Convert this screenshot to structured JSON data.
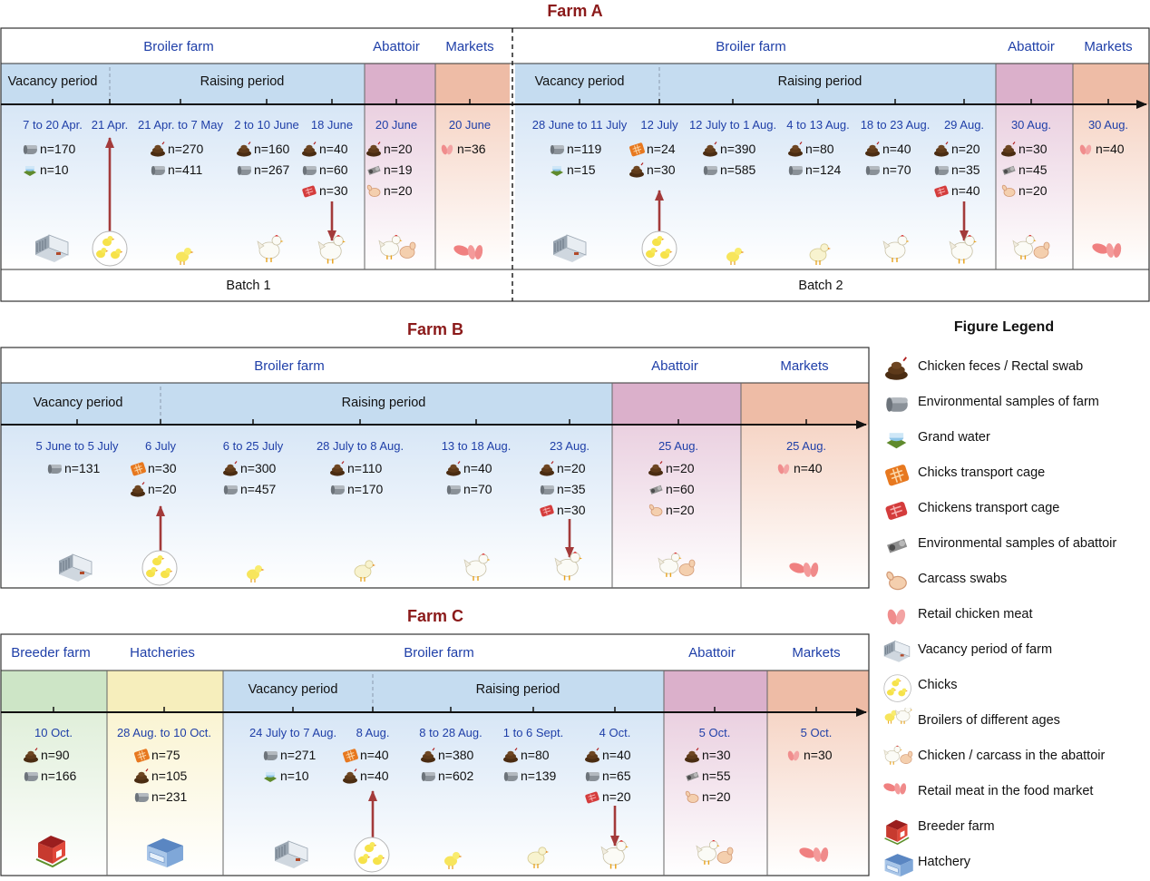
{
  "farm_a": {
    "title": "Farm A",
    "left": {
      "sections": [
        "Broiler farm",
        "Abattoir",
        "Markets"
      ],
      "periods": [
        "Vacancy period",
        "Raising period"
      ],
      "batch": "Batch 1",
      "columns": [
        {
          "date": "7 to 20 Apr.",
          "samples": [
            {
              "icon": "farm-environment-icon",
              "text": "n=170"
            },
            {
              "icon": "ground-water-icon",
              "text": "n=10"
            }
          ]
        },
        {
          "date": "21 Apr.",
          "samples": []
        },
        {
          "date": "21 Apr. to 7 May",
          "samples": [
            {
              "icon": "feces-icon",
              "text": "n=270"
            },
            {
              "icon": "farm-environment-icon",
              "text": "n=411"
            }
          ]
        },
        {
          "date": "2 to 10 June",
          "samples": [
            {
              "icon": "feces-icon",
              "text": "n=160"
            },
            {
              "icon": "farm-environment-icon",
              "text": "n=267"
            }
          ]
        },
        {
          "date": "18 June",
          "samples": [
            {
              "icon": "feces-icon",
              "text": "n=40"
            },
            {
              "icon": "farm-environment-icon",
              "text": "n=60"
            },
            {
              "icon": "chickens-cage-icon",
              "text": "n=30"
            }
          ]
        },
        {
          "date": "20 June",
          "samples": [
            {
              "icon": "feces-icon",
              "text": "n=20"
            },
            {
              "icon": "abattoir-environment-icon",
              "text": "n=19"
            },
            {
              "icon": "carcass-swab-icon",
              "text": "n=20"
            }
          ]
        },
        {
          "date": "20 June",
          "samples": [
            {
              "icon": "retail-meat-icon",
              "text": "n=36"
            }
          ]
        }
      ]
    },
    "right": {
      "sections": [
        "Broiler farm",
        "Abattoir",
        "Markets"
      ],
      "periods": [
        "Vacancy period",
        "Raising period"
      ],
      "batch": "Batch 2",
      "columns": [
        {
          "date": "28 June to 11 July",
          "samples": [
            {
              "icon": "farm-environment-icon",
              "text": "n=119"
            },
            {
              "icon": "ground-water-icon",
              "text": "n=15"
            }
          ]
        },
        {
          "date": "12 July",
          "samples": [
            {
              "icon": "chicks-cage-icon",
              "text": "n=24"
            },
            {
              "icon": "feces-icon",
              "text": "n=30"
            }
          ]
        },
        {
          "date": "12 July to 1 Aug.",
          "samples": [
            {
              "icon": "feces-icon",
              "text": "n=390"
            },
            {
              "icon": "farm-environment-icon",
              "text": "n=585"
            }
          ]
        },
        {
          "date": "4 to 13 Aug.",
          "samples": [
            {
              "icon": "feces-icon",
              "text": "n=80"
            },
            {
              "icon": "farm-environment-icon",
              "text": "n=124"
            }
          ]
        },
        {
          "date": "18 to 23 Aug.",
          "samples": [
            {
              "icon": "feces-icon",
              "text": "n=40"
            },
            {
              "icon": "farm-environment-icon",
              "text": "n=70"
            }
          ]
        },
        {
          "date": "29 Aug.",
          "samples": [
            {
              "icon": "feces-icon",
              "text": "n=20"
            },
            {
              "icon": "farm-environment-icon",
              "text": "n=35"
            },
            {
              "icon": "chickens-cage-icon",
              "text": "n=40"
            }
          ]
        },
        {
          "date": "30 Aug.",
          "samples": [
            {
              "icon": "feces-icon",
              "text": "n=30"
            },
            {
              "icon": "abattoir-environment-icon",
              "text": "n=45"
            },
            {
              "icon": "carcass-swab-icon",
              "text": "n=20"
            }
          ]
        },
        {
          "date": "30 Aug.",
          "samples": [
            {
              "icon": "retail-meat-icon",
              "text": "n=40"
            }
          ]
        }
      ]
    }
  },
  "farm_b": {
    "title": "Farm B",
    "sections": [
      "Broiler farm",
      "Abattoir",
      "Markets"
    ],
    "periods": [
      "Vacancy period",
      "Raising period"
    ],
    "columns": [
      {
        "date": "5 June to 5 July",
        "samples": [
          {
            "icon": "farm-environment-icon",
            "text": "n=131"
          }
        ]
      },
      {
        "date": "6 July",
        "samples": [
          {
            "icon": "chicks-cage-icon",
            "text": "n=30"
          },
          {
            "icon": "feces-icon",
            "text": "n=20"
          }
        ]
      },
      {
        "date": "6 to 25 July",
        "samples": [
          {
            "icon": "feces-icon",
            "text": "n=300"
          },
          {
            "icon": "farm-environment-icon",
            "text": "n=457"
          }
        ]
      },
      {
        "date": "28 July to 8 Aug.",
        "samples": [
          {
            "icon": "feces-icon",
            "text": "n=110"
          },
          {
            "icon": "farm-environment-icon",
            "text": "n=170"
          }
        ]
      },
      {
        "date": "13 to 18 Aug.",
        "samples": [
          {
            "icon": "feces-icon",
            "text": "n=40"
          },
          {
            "icon": "farm-environment-icon",
            "text": "n=70"
          }
        ]
      },
      {
        "date": "23 Aug.",
        "samples": [
          {
            "icon": "feces-icon",
            "text": "n=20"
          },
          {
            "icon": "farm-environment-icon",
            "text": "n=35"
          },
          {
            "icon": "chickens-cage-icon",
            "text": "n=30"
          }
        ]
      },
      {
        "date": "25 Aug.",
        "samples": [
          {
            "icon": "feces-icon",
            "text": "n=20"
          },
          {
            "icon": "abattoir-environment-icon",
            "text": "n=60"
          },
          {
            "icon": "carcass-swab-icon",
            "text": "n=20"
          }
        ]
      },
      {
        "date": "25 Aug.",
        "samples": [
          {
            "icon": "retail-meat-icon",
            "text": "n=40"
          }
        ]
      }
    ]
  },
  "farm_c": {
    "title": "Farm C",
    "sections": [
      "Breeder farm",
      "Hatcheries",
      "Broiler farm",
      "Abattoir",
      "Markets"
    ],
    "periods": [
      "Vacancy period",
      "Raising period"
    ],
    "columns": [
      {
        "date": "10 Oct.",
        "samples": [
          {
            "icon": "feces-icon",
            "text": "n=90"
          },
          {
            "icon": "farm-environment-icon",
            "text": "n=166"
          }
        ]
      },
      {
        "date": "28 Aug. to 10 Oct.",
        "samples": [
          {
            "icon": "chicks-cage-icon",
            "text": "n=75"
          },
          {
            "icon": "feces-icon",
            "text": "n=105"
          },
          {
            "icon": "farm-environment-icon",
            "text": "n=231"
          }
        ]
      },
      {
        "date": "24 July to 7 Aug.",
        "samples": [
          {
            "icon": "farm-environment-icon",
            "text": "n=271"
          },
          {
            "icon": "ground-water-icon",
            "text": "n=10"
          }
        ]
      },
      {
        "date": "8 Aug.",
        "samples": [
          {
            "icon": "chicks-cage-icon",
            "text": "n=40"
          },
          {
            "icon": "feces-icon",
            "text": "n=40"
          }
        ]
      },
      {
        "date": "8 to 28 Aug.",
        "samples": [
          {
            "icon": "feces-icon",
            "text": "n=380"
          },
          {
            "icon": "farm-environment-icon",
            "text": "n=602"
          }
        ]
      },
      {
        "date": "1 to 6 Sept.",
        "samples": [
          {
            "icon": "feces-icon",
            "text": "n=80"
          },
          {
            "icon": "farm-environment-icon",
            "text": "n=139"
          }
        ]
      },
      {
        "date": "4 Oct.",
        "samples": [
          {
            "icon": "feces-icon",
            "text": "n=40"
          },
          {
            "icon": "farm-environment-icon",
            "text": "n=65"
          },
          {
            "icon": "chickens-cage-icon",
            "text": "n=20"
          }
        ]
      },
      {
        "date": "5 Oct.",
        "samples": [
          {
            "icon": "feces-icon",
            "text": "n=30"
          },
          {
            "icon": "abattoir-environment-icon",
            "text": "n=55"
          },
          {
            "icon": "carcass-swab-icon",
            "text": "n=20"
          }
        ]
      },
      {
        "date": "5 Oct.",
        "samples": [
          {
            "icon": "retail-meat-icon",
            "text": "n=30"
          }
        ]
      }
    ]
  },
  "legend": {
    "title": "Figure Legend",
    "items": [
      {
        "icon": "feces-icon",
        "label": "Chicken feces / Rectal swab"
      },
      {
        "icon": "farm-environment-icon",
        "label": "Environmental samples of farm"
      },
      {
        "icon": "ground-water-icon",
        "label": "Grand water"
      },
      {
        "icon": "chicks-cage-icon",
        "label": "Chicks transport cage"
      },
      {
        "icon": "chickens-cage-icon",
        "label": "Chickens transport cage"
      },
      {
        "icon": "abattoir-environment-icon",
        "label": "Environmental samples of abattoir"
      },
      {
        "icon": "carcass-swab-icon",
        "label": "Carcass swabs"
      },
      {
        "icon": "retail-meat-icon",
        "label": "Retail chicken meat"
      },
      {
        "icon": "vacant-farm-icon",
        "label": "Vacancy period of farm"
      },
      {
        "icon": "chicks-icon",
        "label": "Chicks"
      },
      {
        "icon": "broilers-icon",
        "label": "Broilers of different ages"
      },
      {
        "icon": "abattoir-chicken-icon",
        "label": "Chicken / carcass in the abattoir"
      },
      {
        "icon": "market-meat-icon",
        "label": "Retail meat in the food market"
      },
      {
        "icon": "breeder-farm-icon",
        "label": "Breeder farm"
      },
      {
        "icon": "hatchery-icon",
        "label": "Hatchery"
      }
    ]
  },
  "colors": {
    "farm_title": "#8b1a1a",
    "section_label": "#1f3fa8",
    "date_label": "#1f3fa8",
    "broiler_band": "#c5dcf0",
    "abattoir_band": "#dbb0cb",
    "market_band": "#eebca6",
    "breeder_band": "#cde5c6",
    "hatchery_band": "#f6eebc",
    "arrow": "#a33a3a"
  }
}
